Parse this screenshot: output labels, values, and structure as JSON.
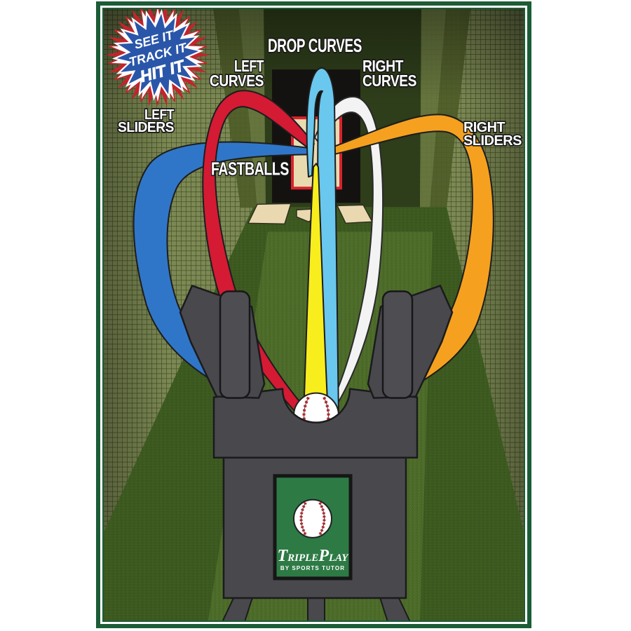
{
  "badge": {
    "line1": "SEE IT",
    "line2": "TRACK IT",
    "line3": "HIT IT"
  },
  "labels": {
    "drop_curves": "DROP CURVES",
    "left_curves_1": "LEFT",
    "left_curves_2": "CURVES",
    "right_curves_1": "RIGHT",
    "right_curves_2": "CURVES",
    "left_sliders_1": "LEFT",
    "left_sliders_2": "SLIDERS",
    "right_sliders_1": "RIGHT",
    "right_sliders_2": "SLIDERS",
    "fastballs": "FASTBALLS"
  },
  "logo": {
    "brand_t": "T",
    "brand_riple": "RIPLE",
    "brand_p": "P",
    "brand_lay": "LAY",
    "tagline": "BY SPORTS TUTOR"
  },
  "colors": {
    "fastballs": "#f9ee1d",
    "drop_curves": "#6ac7ee",
    "left_curves": "#d51a34",
    "right_curves": "#f3f3f3",
    "left_sliders": "#3076c8",
    "right_sliders": "#f5a11f",
    "machine": "#48484d",
    "machine_panel": "#4d4d52",
    "logo_green": "#2d7a45",
    "badge_blue": "#2a56a9",
    "badge_red": "#c3242c",
    "frame_green": "#1c5c36",
    "backdrop_black": "#141210",
    "target_tan": "#e9dbb0",
    "target_red": "#d8232e",
    "plate_tan": "#ead9b0",
    "turf_dark": "#3d5a21",
    "turf_lane": "#4d6c2a",
    "netting": "#7d8955"
  }
}
